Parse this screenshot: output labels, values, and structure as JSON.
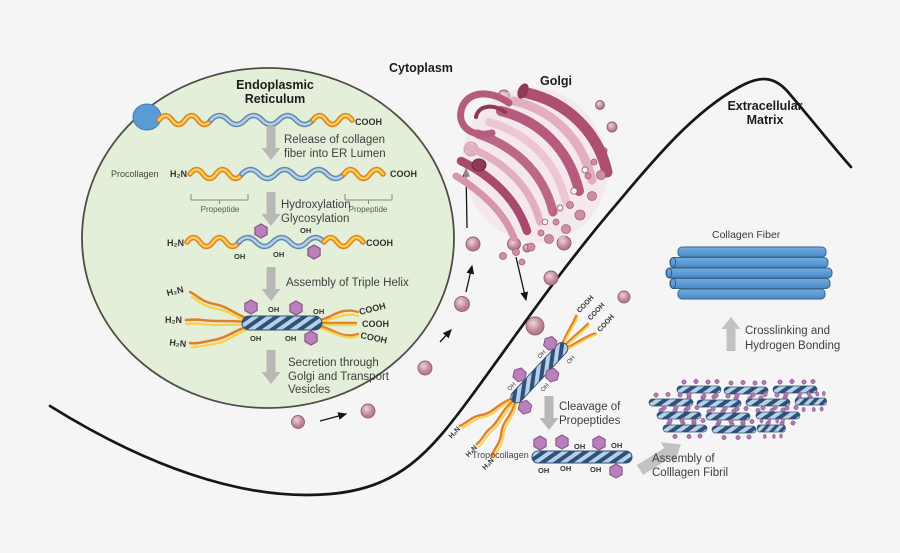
{
  "regions": {
    "cytoplasm": "Cytoplasm",
    "golgi": "Golgi",
    "er": [
      "Endoplasmic",
      "Reticulum"
    ],
    "ecm": [
      "Extracellular",
      "Matrix"
    ]
  },
  "labels": {
    "procollagen": "Procollagen",
    "propeptide": "Propeptide",
    "tropocollagen": "Tropocollagen",
    "collagen_fiber": "Collagen Fiber"
  },
  "chem": {
    "h2n": "H₂N",
    "cooh": "COOH",
    "oh": "OH"
  },
  "steps": {
    "release": [
      "Release of collagen",
      "fiber into ER Lumen"
    ],
    "hydroxylation": [
      "Hydroxylation",
      "Glycosylation"
    ],
    "assembly_helix": [
      "Assembly of Triple Helix"
    ],
    "secretion": [
      "Secretion through",
      "Golgi and Transport",
      "Vesicles"
    ],
    "cleavage": [
      "Cleavage of",
      "Propeptides"
    ],
    "assembly_fibril": [
      "Assembly of",
      "Colllagen Fibril"
    ],
    "crosslinking": [
      "Crosslinking and",
      "Hydrogen Bonding"
    ]
  },
  "colors": {
    "background": "#f5f5f6",
    "er_fill": "#e4efda",
    "ribosome_blue": "#5b9bd5",
    "strand_blue": "#b7d0e6",
    "strand_blue_edge": "#5e88ae",
    "strand_yellow": "#f6d348",
    "strand_orange": "#e0802e",
    "hexagon_purple": "#bb7fbb",
    "vesicle_pink": "#c08a99",
    "golgi_pink": "#c97f96",
    "fiber_blue": "#5b9bd5",
    "arrow_gray": "#b8b8b8",
    "membrane_black": "#1a1a1a"
  }
}
